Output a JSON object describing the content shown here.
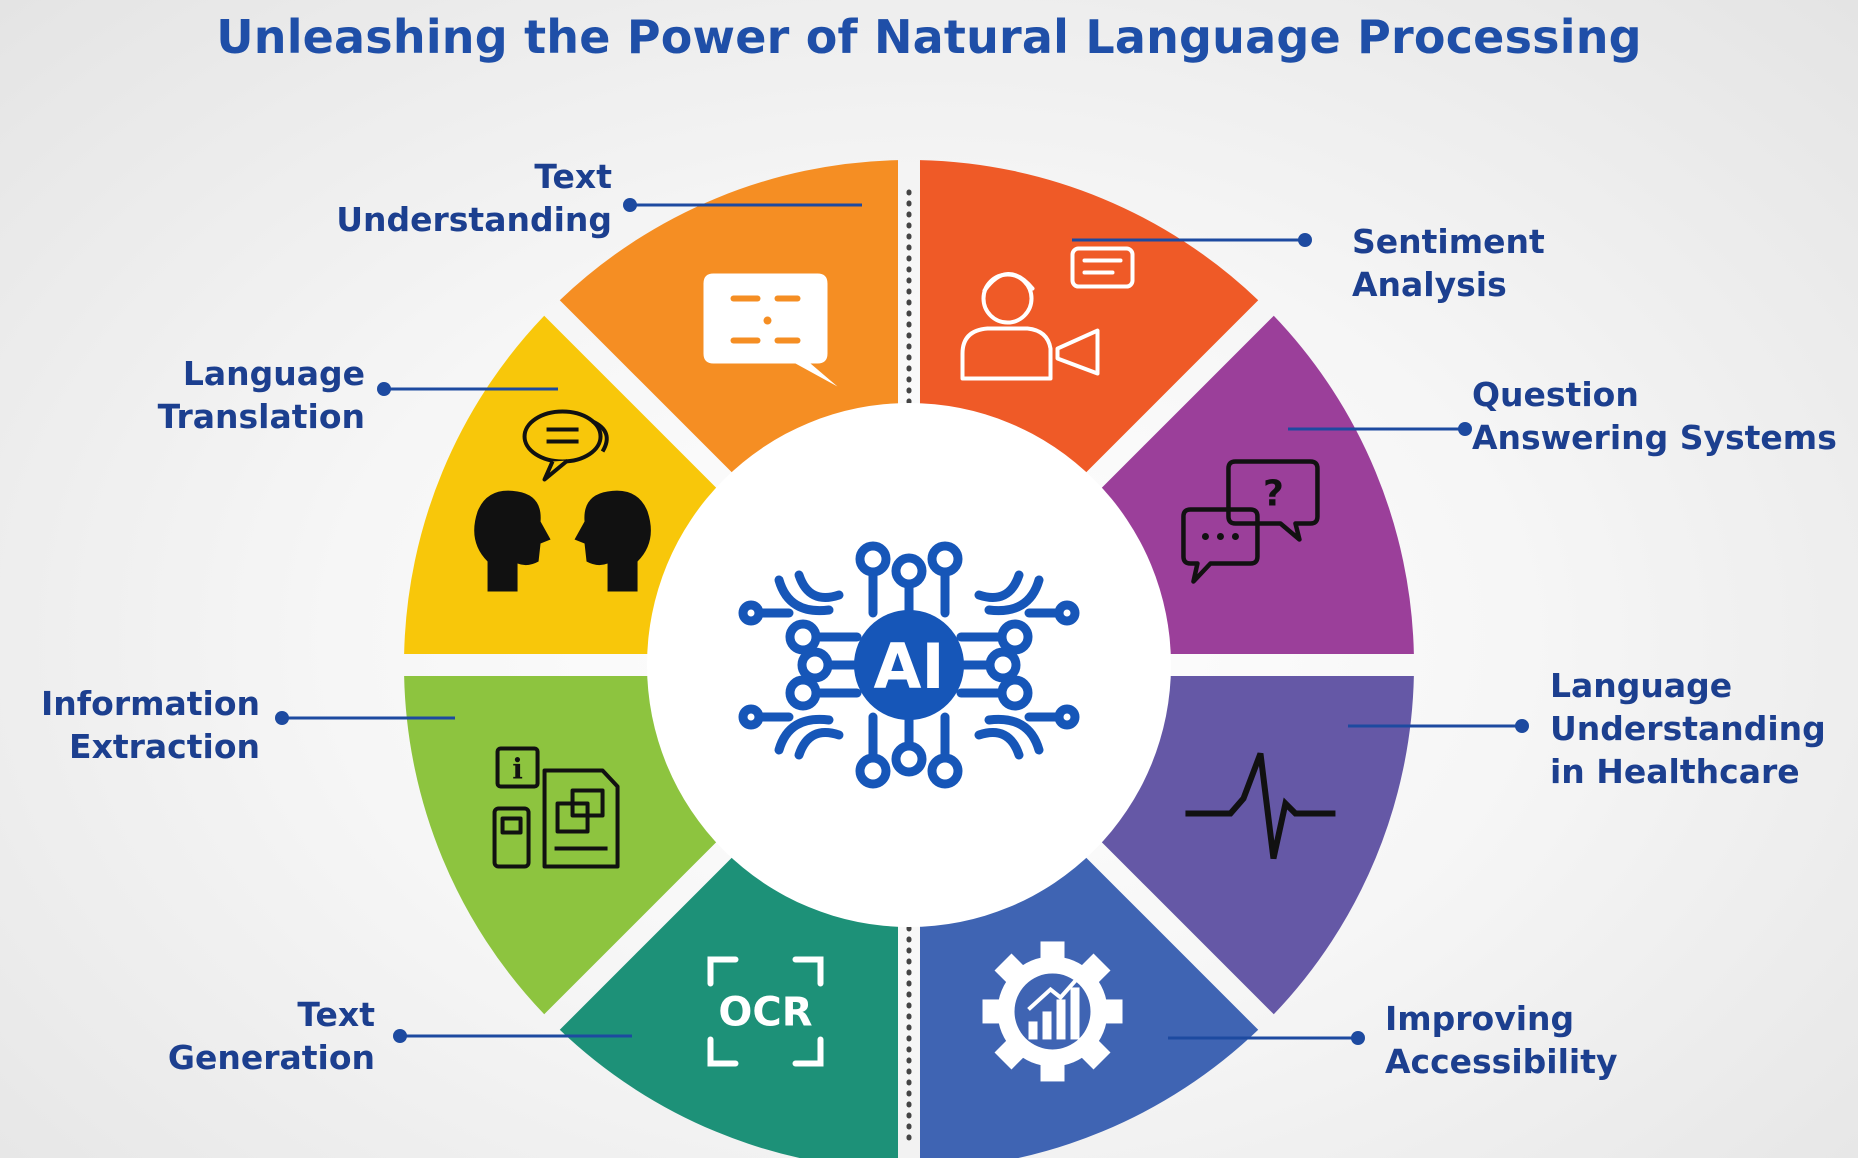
{
  "title": "Unleashing the Power of Natural Language Processing",
  "center": {
    "badge_text": "AI",
    "icon": "ai-chip-icon"
  },
  "colors": {
    "title": "#1f4fa8",
    "label": "#1c3f8f",
    "connector": "#1d4aa0",
    "center_icon": "#1656b8"
  },
  "segments": [
    {
      "id": "sentiment-analysis",
      "lines": [
        "Sentiment",
        "Analysis"
      ],
      "color": "#ef5a27",
      "icon": "speaker-megaphone-icon"
    },
    {
      "id": "question-answering-systems",
      "lines": [
        "Question",
        "Answering Systems"
      ],
      "color": "#9b3f9a",
      "icon": "question-chat-bubbles-icon",
      "icon_text": "?"
    },
    {
      "id": "language-understanding-healthcare",
      "lines": [
        "Language",
        "Understanding",
        "in Healthcare"
      ],
      "color": "#6558a6",
      "icon": "heartbeat-pulse-icon"
    },
    {
      "id": "improving-accessibility",
      "lines": [
        "Improving",
        "Accessibility"
      ],
      "color": "#3f64b3",
      "icon": "gear-chart-icon"
    },
    {
      "id": "text-generation",
      "lines": [
        "Text",
        "Generation"
      ],
      "color": "#1d9178",
      "icon": "ocr-scan-icon",
      "icon_text": "OCR"
    },
    {
      "id": "information-extraction",
      "lines": [
        "Information",
        "Extraction"
      ],
      "color": "#8dc43f",
      "icon": "info-documents-icon",
      "icon_text": "i"
    },
    {
      "id": "language-translation",
      "lines": [
        "Language",
        "Translation"
      ],
      "color": "#f8c70a",
      "icon": "two-people-talking-icon"
    },
    {
      "id": "text-understanding",
      "lines": [
        "Text",
        "Understanding"
      ],
      "color": "#f58e23",
      "icon": "text-chat-bubble-icon"
    }
  ]
}
